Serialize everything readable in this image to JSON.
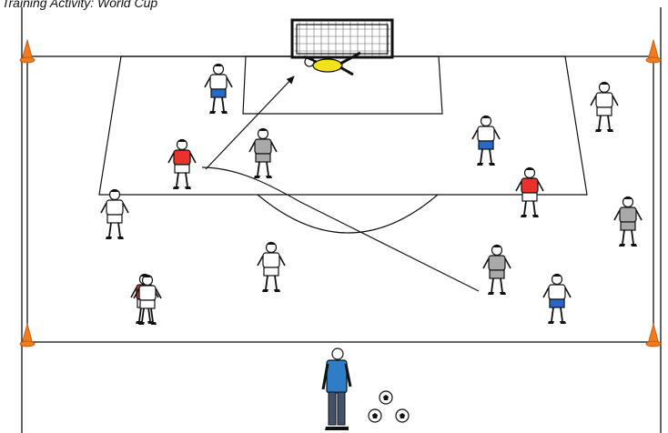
{
  "caption": "Training Activity: World Cup",
  "colors": {
    "line": "#111111",
    "red_kit": "#e8322b",
    "white_kit": "#ffffff",
    "grey_kit": "#a9a9a9",
    "shorts_blue": "#2a68c8",
    "goalkeeper": "#f2e21e",
    "cone": "#f07c1e",
    "coach_bib": "#2f7cc7",
    "trousers": "#45506a"
  },
  "players": [
    {
      "team": "white",
      "role": "outfield",
      "shorts": "blue"
    },
    {
      "team": "goalkeeper",
      "role": "diving"
    },
    {
      "team": "white",
      "role": "outfield",
      "shorts": "white"
    },
    {
      "team": "white",
      "role": "outfield",
      "shorts": "blue"
    },
    {
      "team": "red",
      "role": "shooter"
    },
    {
      "team": "grey",
      "role": "outfield"
    },
    {
      "team": "red",
      "role": "outfield"
    },
    {
      "team": "white",
      "role": "outfield",
      "shorts": "white"
    },
    {
      "team": "grey",
      "role": "outfield"
    },
    {
      "team": "white",
      "role": "outfield",
      "shorts": "white"
    },
    {
      "team": "grey",
      "role": "outfield"
    },
    {
      "team": "red",
      "role": "passer"
    },
    {
      "team": "white",
      "role": "outfield",
      "shorts": "blue"
    },
    {
      "team": "white",
      "role": "outfield",
      "shorts": "white"
    }
  ],
  "equipment": {
    "cones": 4,
    "balls": 3,
    "goal": 1,
    "coach": 1
  }
}
